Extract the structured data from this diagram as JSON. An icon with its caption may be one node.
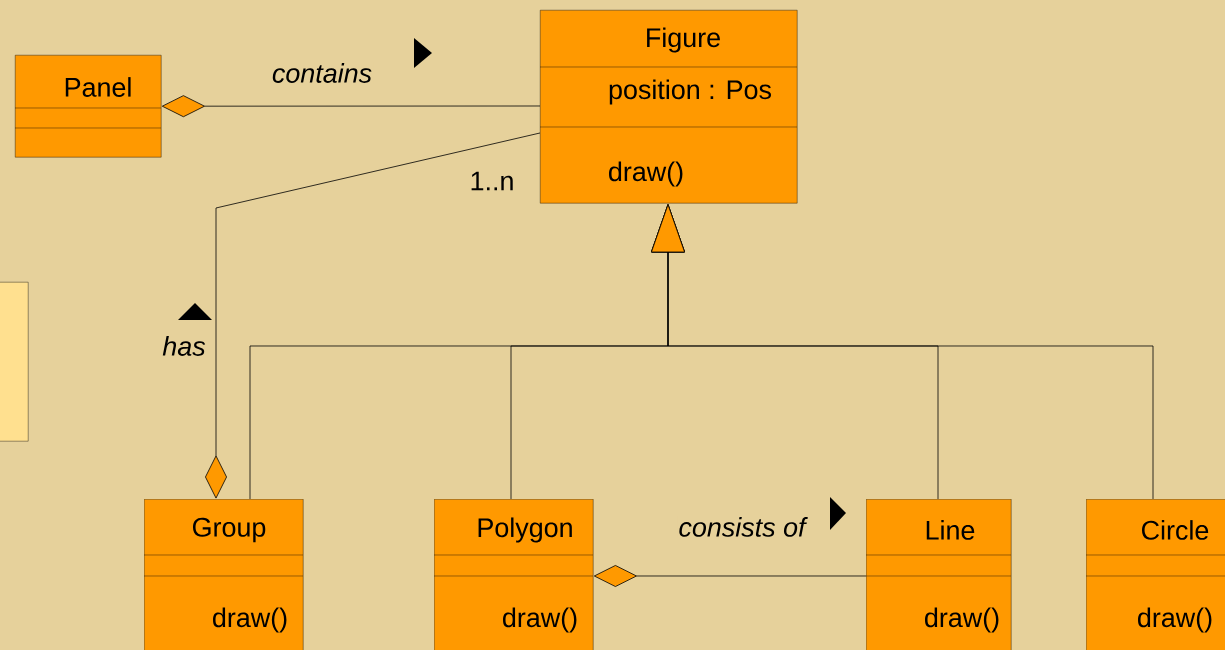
{
  "diagram": {
    "nodes": [
      {
        "text": [
          "Panel"
        ]
      },
      {
        "text": [
          "Figure",
          "position : Pos",
          "draw()"
        ]
      },
      {
        "text": [],
        "shape": "box"
      },
      {
        "text": [
          "Group",
          "draw()"
        ]
      },
      {
        "text": [
          "Polygon",
          "draw()"
        ]
      },
      {
        "text": [
          "Line",
          "draw()"
        ]
      },
      {
        "text": [
          "Circle",
          "draw()"
        ]
      }
    ],
    "edges": [
      {
        "from": 0,
        "to": 1,
        "arrow": "other",
        "label": "contains"
      },
      {
        "from": 3,
        "to": 1,
        "arrow": "other",
        "label": "has"
      },
      {
        "from": 3,
        "to": 1,
        "arrow": "to"
      },
      {
        "from": 4,
        "to": 1,
        "arrow": "to"
      },
      {
        "from": 5,
        "to": 1,
        "arrow": "to"
      },
      {
        "from": 6,
        "to": 1,
        "arrow": "to"
      },
      {
        "from": 4,
        "to": 5,
        "arrow": "other",
        "label": "consists of"
      }
    ],
    "labels": [
      "1..n"
    ]
  }
}
